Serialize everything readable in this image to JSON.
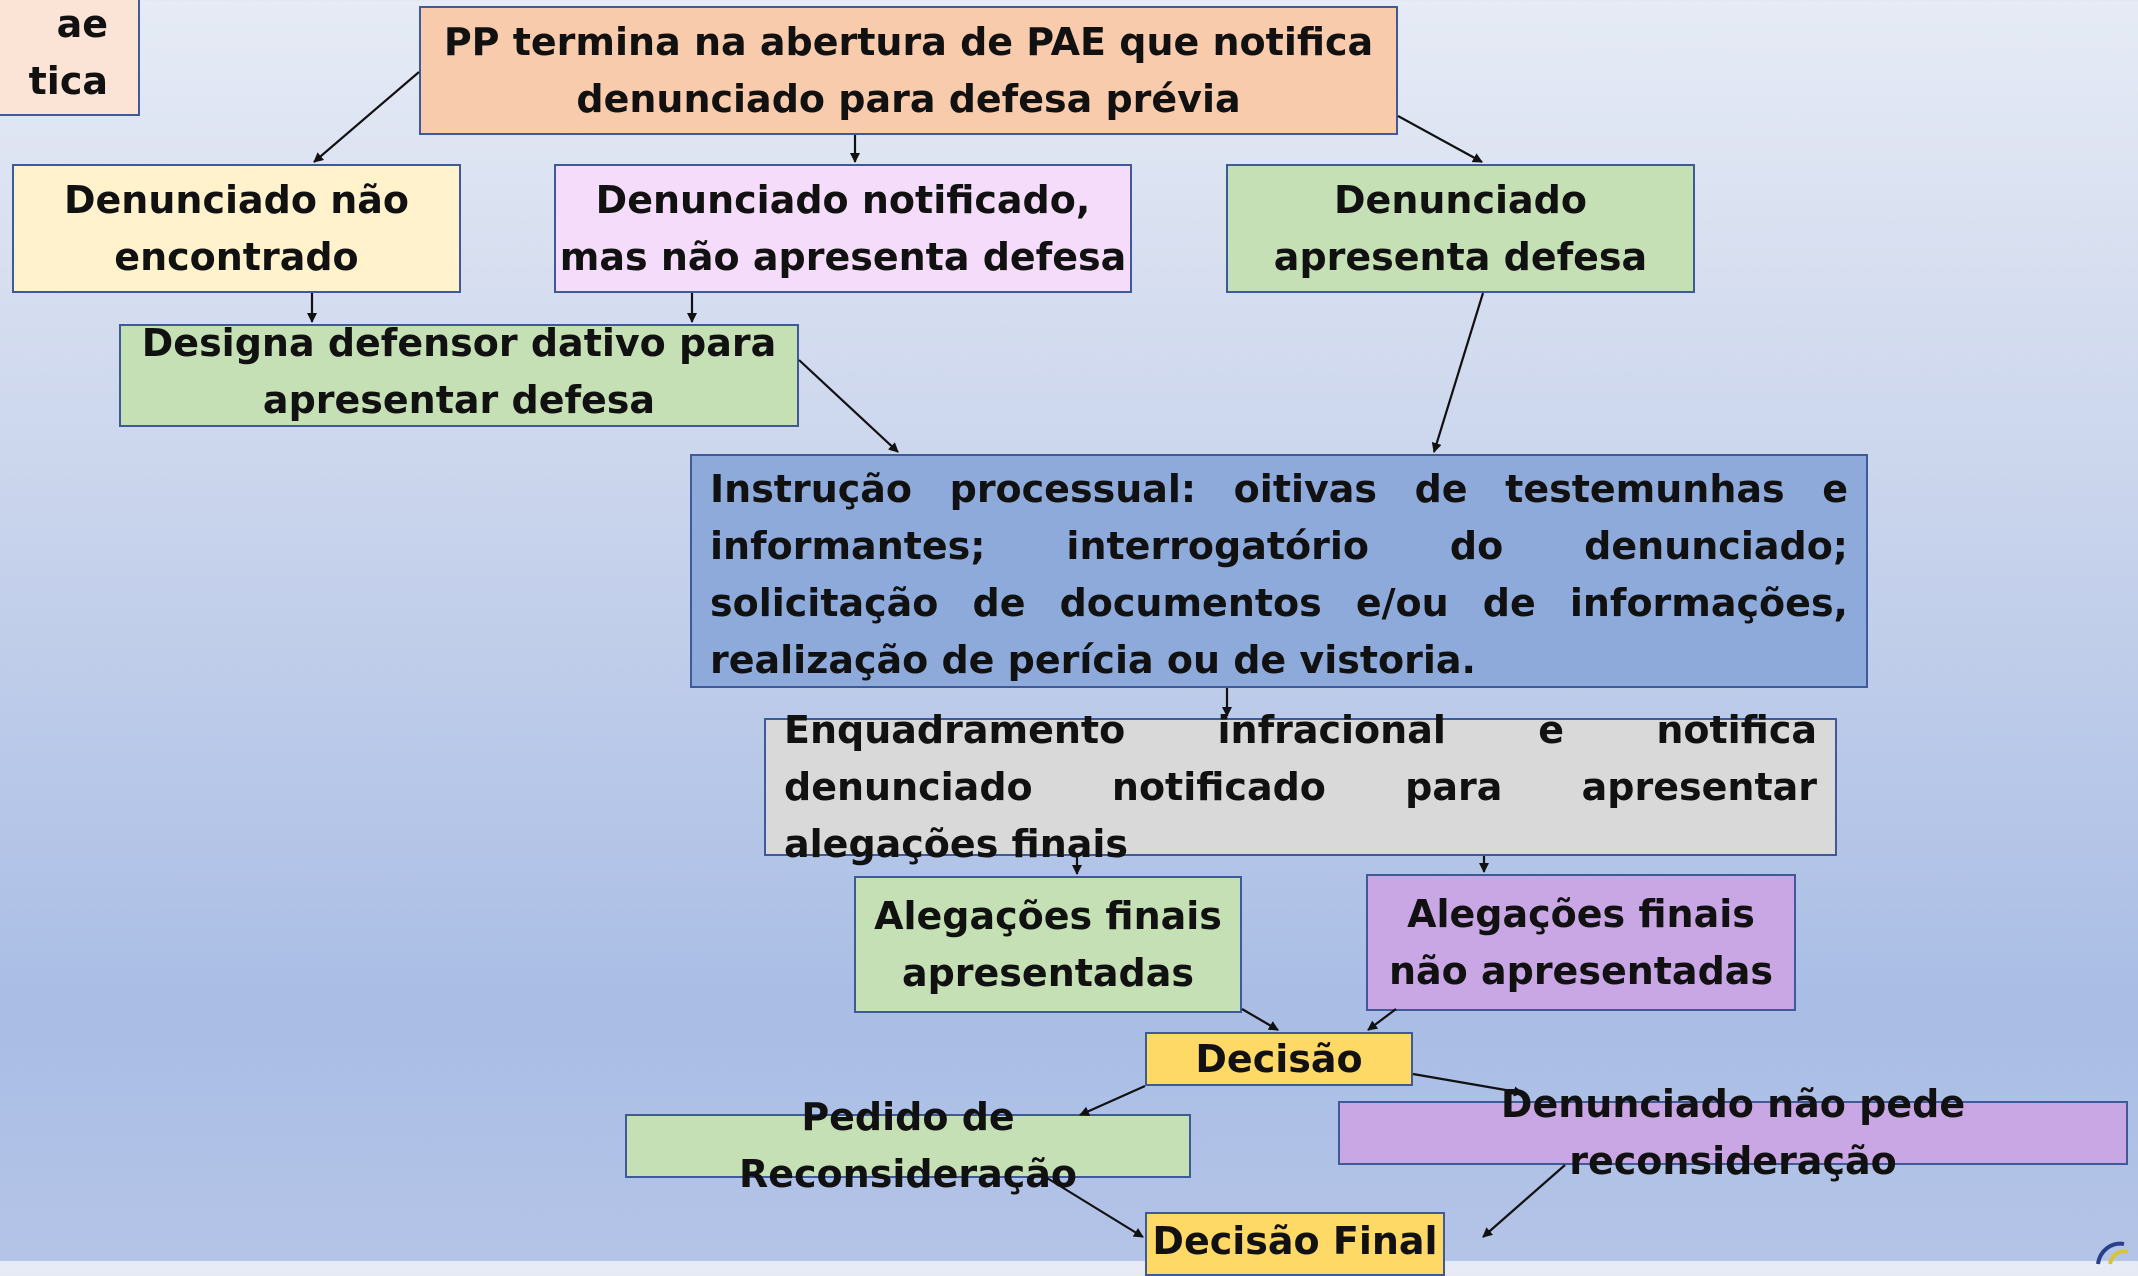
{
  "nodes": {
    "partial_left": {
      "line1": "ae",
      "line2": "tica",
      "color": "#fbe4d5"
    },
    "pp_termina": {
      "line1": "PP termina na abertura de PAE que notifica",
      "line2": "denunciado para defesa prévia",
      "color": "#f8cbad"
    },
    "nao_encontrado": {
      "line1": "Denunciado não",
      "line2": "encontrado",
      "color": "#fff2cc"
    },
    "notificado_sem_defesa": {
      "line1": "Denunciado notificado,",
      "line2": "mas não apresenta defesa",
      "color": "#f5dcfa"
    },
    "apresenta_defesa": {
      "line1": "Denunciado",
      "line2": "apresenta defesa",
      "color": "#c5e0b4"
    },
    "defensor_dativo": {
      "line1": "Designa defensor dativo para",
      "line2": "apresentar defesa",
      "color": "#c5e0b4"
    },
    "instrucao": {
      "text": "Instrução processual: oitivas de testemunhas e informantes; interrogatório do denunciado; solicitação de documentos e/ou de informações, realização de perícia ou de vistoria.",
      "color": "#8eaadb"
    },
    "enquadramento": {
      "text": "Enquadramento infracional e notifica denunciado notificado para apresentar alegações finais",
      "color": "#d9d9d9"
    },
    "alegacoes_apresentadas": {
      "line1": "Alegações finais",
      "line2": "apresentadas",
      "color": "#c5e0b4"
    },
    "alegacoes_nao_apresentadas": {
      "line1": "Alegações finais",
      "line2": "não apresentadas",
      "color": "#c9a6e4"
    },
    "decisao": {
      "text": "Decisão",
      "color": "#ffd966"
    },
    "pedido_reconsideracao": {
      "text": "Pedido de Reconsideração",
      "color": "#c5e0b4"
    },
    "nao_pede_reconsideracao": {
      "text": "Denunciado não pede reconsideração",
      "color": "#c9a6e4"
    },
    "decisao_final": {
      "text": "Decisão Final",
      "color": "#ffd966"
    }
  }
}
